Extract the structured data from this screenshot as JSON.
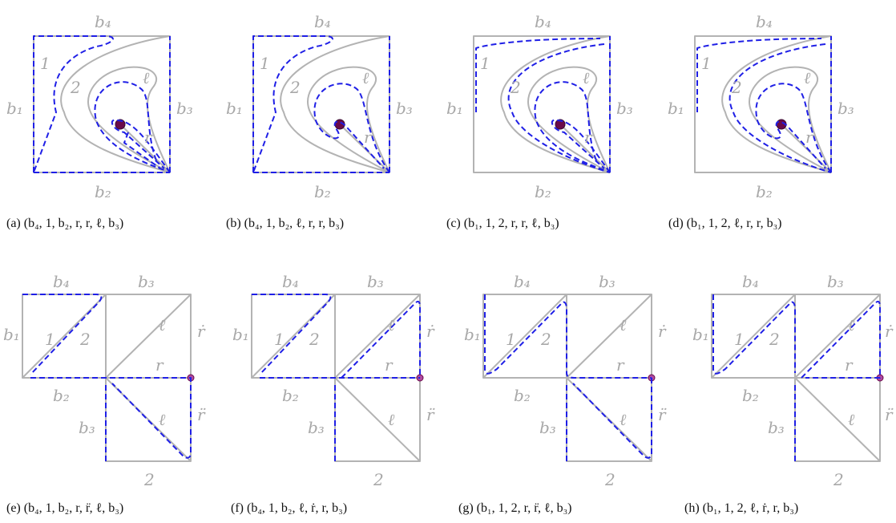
{
  "panels_top": [
    {
      "id": "a",
      "caption": "(a)  (b₄, 1, b₂, r, r, ℓ, b₃)"
    },
    {
      "id": "b",
      "caption": "(b)  (b₄, 1, b₂, ℓ, r, r, b₃)"
    },
    {
      "id": "c",
      "caption": "(c)  (b₁, 1, 2, r, r, ℓ, b₃)"
    },
    {
      "id": "d",
      "caption": "(d)  (b₁, 1, 2, ℓ, r, r, b₃)"
    }
  ],
  "panels_bottom": [
    {
      "id": "e",
      "caption": "(e)  (b₄, 1, b₂, r, r̈, ℓ, b₃)"
    },
    {
      "id": "f",
      "caption": "(f)  (b₄, 1, b₂, ℓ, ṙ, r, b₃)"
    },
    {
      "id": "g",
      "caption": "(g)  (b₁, 1, 2, r, r̈, ℓ, b₃)"
    },
    {
      "id": "h",
      "caption": "(h)  (b₁, 1, 2, ℓ, ṙ, r, b₃)"
    }
  ],
  "labels": {
    "b1": "b₁",
    "b2": "b₂",
    "b3": "b₃",
    "b4": "b₄",
    "one": "1",
    "two": "2",
    "ell": "ℓ",
    "r": "r",
    "rdot": "ṙ",
    "rddot": "r̈"
  },
  "colors": {
    "gray": "#b3b3b3",
    "blue": "#1f1fe6",
    "puncture": "#6a0a4a"
  }
}
